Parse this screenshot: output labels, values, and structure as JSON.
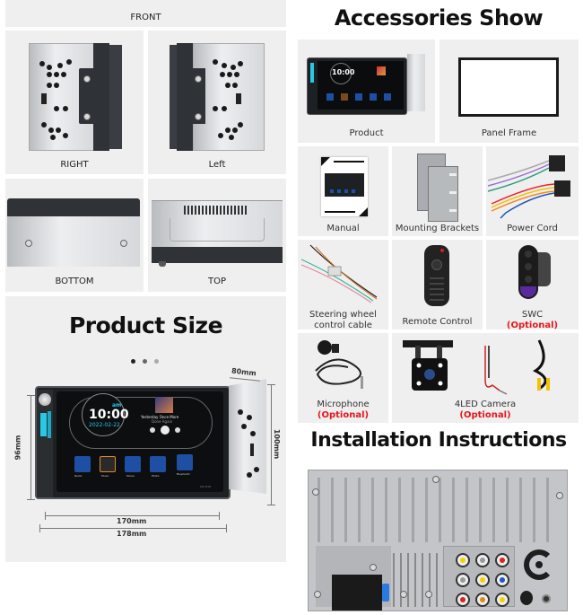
{
  "views": {
    "front_label": "FRONT",
    "right_label": "RIGHT",
    "left_label": "Left",
    "bottom_label": "BOTTOM",
    "top_label": "TOP"
  },
  "product_size": {
    "title": "Product Size",
    "carousel_dots": 3,
    "active_dot": 1,
    "dimensions": {
      "depth": "80mm",
      "height_front": "96mm",
      "height_body": "100mm",
      "width_inner": "170mm",
      "width_outer": "178mm"
    },
    "screen": {
      "time": "10:00",
      "ampm": "am",
      "date": "2022-02-22",
      "song_title": "Yesterday Once More",
      "artist": "Done Again",
      "apps": [
        "Radio",
        "Music",
        "Movie",
        "Photo",
        "Bluetooth"
      ],
      "model": "CK-7107"
    }
  },
  "accessories": {
    "title": "Accessories Show",
    "optional_label": "(Optional)",
    "items": [
      {
        "name": "Product",
        "optional": false
      },
      {
        "name": "Panel Frame",
        "optional": false
      },
      {
        "name": "Manual",
        "optional": false
      },
      {
        "name": "Mounting Brackets",
        "optional": false
      },
      {
        "name": "Power Cord",
        "optional": false
      },
      {
        "name": "Steering wheel control cable",
        "line1": "Steering wheel",
        "line2": "control cable",
        "optional": false
      },
      {
        "name": "Remote Control",
        "optional": false
      },
      {
        "name": "SWC",
        "optional": true
      },
      {
        "name": "Microphone",
        "optional": true
      },
      {
        "name": "4LED Camera",
        "optional": true
      }
    ]
  },
  "installation": {
    "title": "Installation Instructions"
  },
  "colors": {
    "panel_bg": "#efefef",
    "optional_red": "#e5161b",
    "screen_accent": "#27c9e6"
  }
}
